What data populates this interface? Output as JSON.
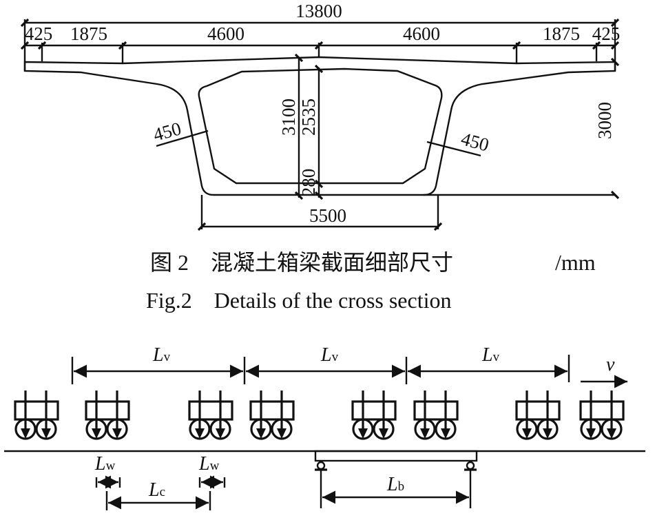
{
  "figure2": {
    "dimensions": {
      "overall_width": "13800",
      "segments": [
        "425",
        "1875",
        "4600",
        "4600",
        "1875",
        "425"
      ],
      "web_thickness_left": "450",
      "web_thickness_right": "450",
      "total_height_center": "3100",
      "inner_height": "2535",
      "bottom_slab": "280",
      "side_height": "3000",
      "bottom_width": "5500"
    },
    "caption_cn": "图 2　混凝土箱梁截面细部尺寸",
    "caption_unit": "/mm",
    "caption_en": "Fig.2　Details of the cross section"
  },
  "figure3": {
    "vehicle_spacing_label": "L",
    "vehicle_spacing_sub": "v",
    "wheelbase_label": "L",
    "wheelbase_sub": "w",
    "car_center_label": "L",
    "car_center_sub": "c",
    "bridge_span_label": "L",
    "bridge_span_sub": "b",
    "velocity_label": "v",
    "vehicle_count": 8
  }
}
